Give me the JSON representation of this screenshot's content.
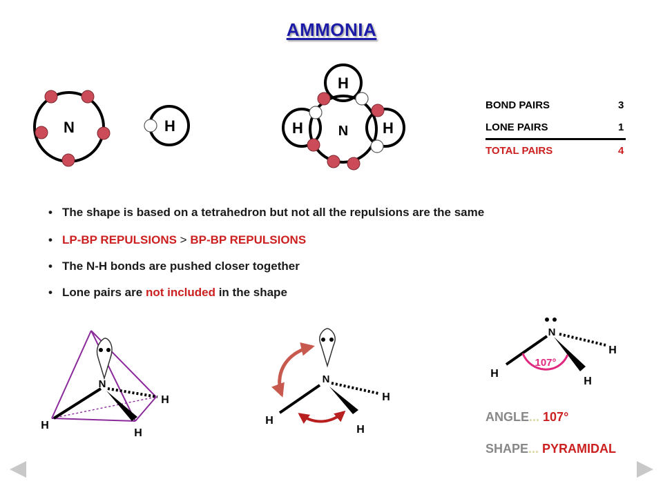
{
  "title": "AMMONIA",
  "atoms": {
    "n": "N",
    "h": "H"
  },
  "table": {
    "rows": [
      {
        "label": "BOND PAIRS",
        "value": "3"
      },
      {
        "label": "LONE PAIRS",
        "value": "1"
      },
      {
        "label": "TOTAL PAIRS",
        "value": "4"
      }
    ]
  },
  "bullets": {
    "b1": "The shape is based on a tetrahedron but not all the repulsions are the same",
    "b2_a": "LP-BP REPULSIONS",
    "b2_gt": ">",
    "b2_b": "BP-BP REPULSIONS",
    "b3": "The N-H bonds are pushed closer together",
    "b4_a": "Lone pairs are ",
    "b4_red": "not included",
    "b4_b": " in the shape"
  },
  "angle_label": "107°",
  "result": {
    "angle_label": "ANGLE",
    "angle_dots": "...",
    "angle_value": "107°",
    "shape_label": "SHAPE",
    "shape_dots": "...",
    "shape_value": "PYRAMIDAL"
  },
  "colors": {
    "title": "#1c1ca8",
    "electron": "#cc4b58",
    "emphasis": "#cc1f1f",
    "arrow": "#c8594e",
    "angle_arc": "#e0287e",
    "tetrahedron": "#8a2a9a",
    "nav": "#c8c8c8"
  },
  "navigation": {
    "prev_icon": "triangle-left-icon",
    "next_icon": "triangle-right-icon"
  }
}
